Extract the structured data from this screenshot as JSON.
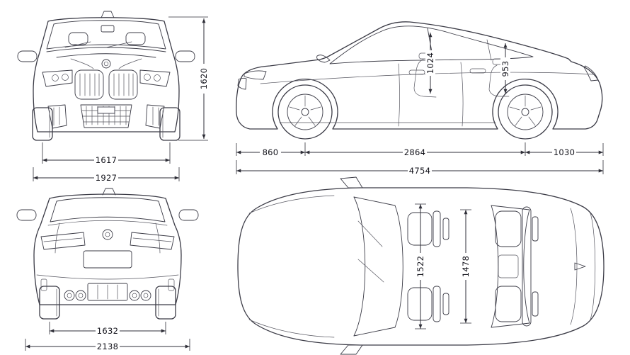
{
  "meta": {
    "subject": "vehicle-dimensions-blueprint",
    "views_count": 4
  },
  "colors": {
    "background": "#ffffff",
    "line": "#3b3b46",
    "dimension_line": "#2f2f38",
    "label_text": "#14141c"
  },
  "views": {
    "front": {
      "label": "front-view",
      "dims": {
        "height_mm": "1620",
        "track_mm": "1617",
        "width_mm": "1927"
      }
    },
    "side": {
      "label": "side-view",
      "dims": {
        "front_headroom_mm": "1024",
        "rear_headroom_mm": "953",
        "front_overhang_mm": "860",
        "wheelbase_mm": "2864",
        "rear_overhang_mm": "1030",
        "length_mm": "4754"
      }
    },
    "rear": {
      "label": "rear-view",
      "dims": {
        "track_mm": "1632",
        "width_mirrors_mm": "2138"
      }
    },
    "top": {
      "label": "top-view",
      "dims": {
        "front_shoulder_mm": "1522",
        "rear_shoulder_mm": "1478"
      }
    }
  }
}
